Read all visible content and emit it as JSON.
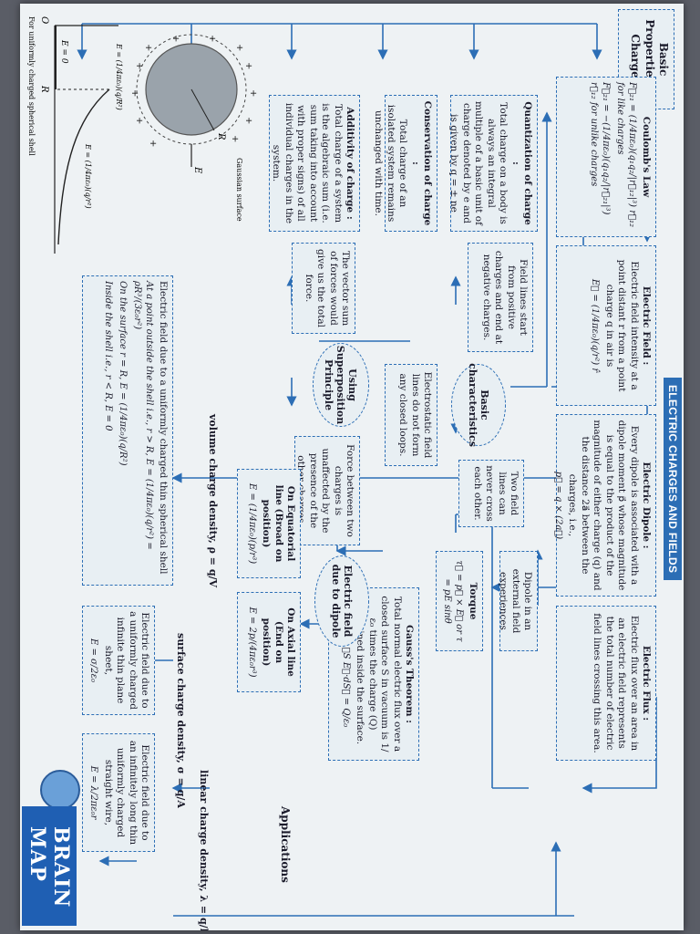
{
  "header": {
    "chapter_title": "ELECTRIC CHARGES AND FIELDS",
    "brain_map": "BRAIN MAP"
  },
  "nodes": {
    "basic": "Basic Properties of Charges",
    "coulomb_title": "Coulomb's Law",
    "coulomb_eq1": "F⃗₂₁ = (1/4πε₀)(q₁q₂/|r⃗₁₂|³) r⃗₁₂ for like charges",
    "coulomb_eq2": "F⃗₂₁ = −(1/4πε₀)(q₁q₂/|r⃗₂₁|³) r⃗₁₂ for unlike charges",
    "field_title": "Electric Field :",
    "field_text": "Electric field intensity at a point distant r from a point charge q in air is",
    "field_eq": "E⃗ = (1/4πε₀)(q/r²) r̂",
    "dipole_title": "Electric Dipole :",
    "dipole_text": "Every dipole is associated with a dipole moment p⃗ whose magnitude is equal to the product of the magnitude of either charge (q) and the distance 2a⃗ between the charges, i.e.,",
    "dipole_eq": "p⃗ = q × (2a⃗)",
    "flux_title": "Electric Flux :",
    "flux_text": "Electric flux over an area in an electric field represents the total number of electric field lines crossing this area.",
    "quant_title": "Quantization of charge :",
    "quant_text": "Total charge on a body is always an integral multiple of a basic unit of charge denoted by e and is given by q = ± ne",
    "lines_start": "Field lines start from positive charges and end at negative charges.",
    "basic_char": "Basic characteristics",
    "two_field": "Two field lines can never cross each other.",
    "dipole_ext": "Dipole in an external field experiences",
    "torque_title": "Torque",
    "torque_eq": "τ⃗ = p⃗ × E⃗ or τ = pE sinθ",
    "conserv_title": "Conservation of charge :",
    "conserv_text": "Total charge of an isolated system remains unchanged with time.",
    "electrostatic": "Electrostatic field lines do not form any closed loops.",
    "gauss_title": "Gauss's Theorem :",
    "gauss_text": "Total normal electric flux over a closed surface S in vacuum is 1/ε₀ times the charge (Q) contained inside the surface.",
    "gauss_eq": "φE = ∮S E⃗·dS⃗ = Q/ε₀",
    "additivity_title": "Additivity of charge :",
    "additivity_text": "Total charge of a system is the algebraic sum (i.e. sum taking into account with proper signs) of all individual charges in the system.",
    "vector_sum": "The vector sum of forces would give us the total force.",
    "superposition": "Using Superposition Principle",
    "force_two": "Force between two charges is unaffected by the presence of the other charges.",
    "field_dipole": "Electric field due to dipole",
    "equatorial_title": "On Equatorial line (Broad on position)",
    "equatorial_eq": "E = (1/4πε₀)(p/r³)",
    "axial_title": "On Axial line (End on position)",
    "axial_eq": "E = 2p/(4πε₀r³)",
    "applications": "Applications",
    "volume_density": "volume charge density, ρ = q/V",
    "surface_density": "surface charge density, σ = q/A",
    "linear_density": "linear charge density, λ = q/l",
    "shell_title": "Electric field due to a uniformly charged thin spherical shell",
    "shell_out": "At a point outside the shell i.e., r > R, E = (1/4πε₀)(q/r²) = ρR³/(3ε₀r²)",
    "shell_on": "On the surface r = R, E = (1/4πε₀)(q/R²)",
    "shell_in": "Inside the shell i.e., r < R, E = 0",
    "sheet_text": "Electric field due to a uniformly charged infinite thin plane sheet,",
    "sheet_eq": "E = σ/2ε₀",
    "wire_text": "Electric field due to an infinitely long thin uniformly charged straight wire,",
    "wire_eq": "E = λ/2πε₀r"
  },
  "figure": {
    "gaussian_surface": "Gaussian surface",
    "label_e_surface": "E = (1/4πε₀)(q/R²)",
    "label_e_outside": "E = (1/4πε₀)(q/r²)",
    "label_e_zero": "E = 0",
    "axis_origin": "O",
    "axis_r": "R",
    "radius_label": "R",
    "field_label": "E",
    "caption": "For uniformly charged spherical shell"
  },
  "colors": {
    "accent": "#2c6eb5",
    "brain_bar": "#1f5fb3",
    "paper": "#eef2f4"
  }
}
